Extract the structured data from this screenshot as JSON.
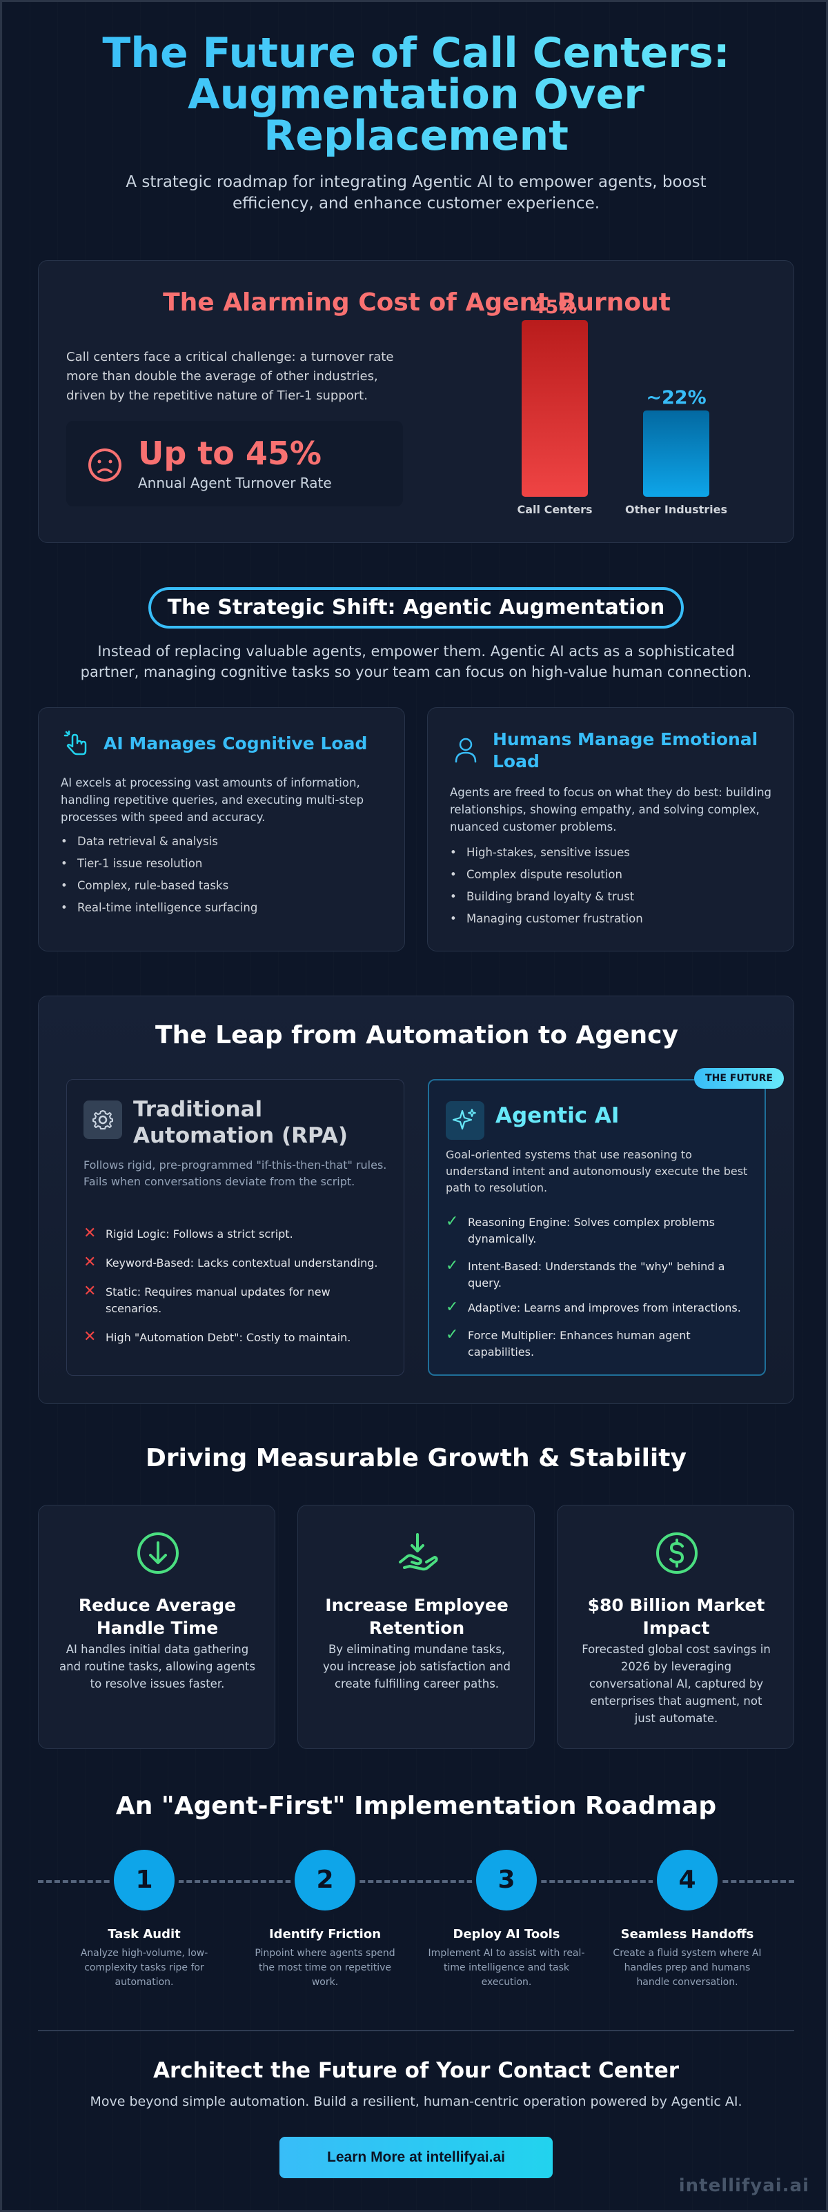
{
  "header": {
    "title": "The Future of Call Centers: Augmentation Over Replacement",
    "subtitle": "A strategic roadmap for integrating Agentic AI to empower agents, boost efficiency, and enhance customer experience."
  },
  "burnout": {
    "title": "The Alarming Cost of Agent Burnout",
    "description": "Call centers face a critical challenge: a turnover rate more than double the average of other industries, driven by the repetitive nature of Tier-1 support.",
    "stat_value": "Up to 45%",
    "stat_label": "Annual Agent Turnover Rate"
  },
  "chart_data": {
    "type": "bar",
    "categories": [
      "Call Centers",
      "Other Industries"
    ],
    "values": [
      45,
      22
    ],
    "value_labels": [
      "45%",
      "~22%"
    ],
    "colors": [
      "#dc2626",
      "#0284c7"
    ],
    "title": "",
    "xlabel": "",
    "ylabel": "",
    "ylim": [
      0,
      45
    ],
    "grid": false
  },
  "shift": {
    "pill": "The Strategic Shift: Agentic Augmentation",
    "subtitle": "Instead of replacing valuable agents, empower them. Agentic AI acts as a sophisticated partner, managing cognitive tasks so your team can focus on high-value human connection.",
    "ai": {
      "title": "AI Manages Cognitive Load",
      "description": "AI excels at processing vast amounts of information, handling repetitive queries, and executing multi-step processes with speed and accuracy.",
      "items": [
        "Data retrieval & analysis",
        "Tier-1 issue resolution",
        "Complex, rule-based tasks",
        "Real-time intelligence surfacing"
      ]
    },
    "human": {
      "title": "Humans Manage Emotional Load",
      "description": "Agents are freed to focus on what they do best: building relationships, showing empathy, and solving complex, nuanced customer problems.",
      "items": [
        "High-stakes, sensitive issues",
        "Complex dispute resolution",
        "Building brand loyalty & trust",
        "Managing customer frustration"
      ]
    }
  },
  "leap": {
    "title": "The Leap from Automation to Agency",
    "rpa": {
      "title": "Traditional Automation (RPA)",
      "description": "Follows rigid, pre-programmed \"if-this-then-that\" rules. Fails when conversations deviate from the script.",
      "items": [
        "Rigid Logic: Follows a strict script.",
        "Keyword-Based: Lacks contextual understanding.",
        "Static: Requires manual updates for new scenarios.",
        "High \"Automation Debt\": Costly to maintain."
      ]
    },
    "agentic": {
      "badge": "THE FUTURE",
      "title": "Agentic AI",
      "description": "Goal-oriented systems that use reasoning to understand intent and autonomously execute the best path to resolution.",
      "items": [
        "Reasoning Engine: Solves complex problems dynamically.",
        "Intent-Based: Understands the \"why\" behind a query.",
        "Adaptive: Learns and improves from interactions.",
        "Force Multiplier: Enhances human agent capabilities."
      ]
    }
  },
  "growth": {
    "title": "Driving Measurable Growth & Stability",
    "cards": [
      {
        "title": "Reduce Average Handle Time",
        "description": "AI handles initial data gathering and routine tasks, allowing agents to resolve issues faster.",
        "icon": "arrow-down-circle-icon"
      },
      {
        "title": "Increase Employee Retention",
        "description": "By eliminating mundane tasks, you increase job satisfaction and create fulfilling career paths.",
        "icon": "hand-receive-icon"
      },
      {
        "title": "$80 Billion Market Impact",
        "description": "Forecasted global cost savings in 2026 by leveraging conversational AI, captured by enterprises that augment, not just automate.",
        "icon": "dollar-circle-icon"
      }
    ]
  },
  "roadmap": {
    "title": "An \"Agent-First\" Implementation Roadmap",
    "steps": [
      {
        "num": "1",
        "title": "Task Audit",
        "description": "Analyze high-volume, low-complexity tasks ripe for automation."
      },
      {
        "num": "2",
        "title": "Identify Friction",
        "description": "Pinpoint where agents spend the most time on repetitive work."
      },
      {
        "num": "3",
        "title": "Deploy AI Tools",
        "description": "Implement AI to assist with real-time intelligence and task execution."
      },
      {
        "num": "4",
        "title": "Seamless Handoffs",
        "description": "Create a fluid system where AI handles prep and humans handle conversation."
      }
    ]
  },
  "cta": {
    "title": "Architect the Future of Your Contact Center",
    "subtitle": "Move beyond simple automation. Build a resilient, human-centric operation powered by Agentic AI.",
    "button": "Learn More at intellifyai.ai",
    "watermark": "intellifyai.ai"
  },
  "colors": {
    "accent": "#38bdf8",
    "danger": "#f87171",
    "success": "#4ade80",
    "background": "#0d1628"
  }
}
